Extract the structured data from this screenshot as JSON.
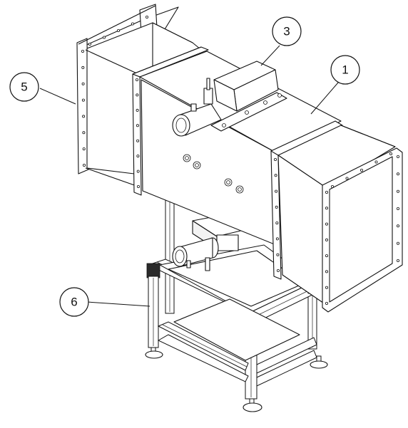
{
  "callouts": [
    {
      "id": "callout-3",
      "label": "3"
    },
    {
      "id": "callout-1",
      "label": "1"
    },
    {
      "id": "callout-5",
      "label": "5"
    },
    {
      "id": "callout-6",
      "label": "6"
    }
  ],
  "colors": {
    "line": "#111111",
    "background": "#ffffff",
    "frame_dark": "#2a2a2a"
  }
}
